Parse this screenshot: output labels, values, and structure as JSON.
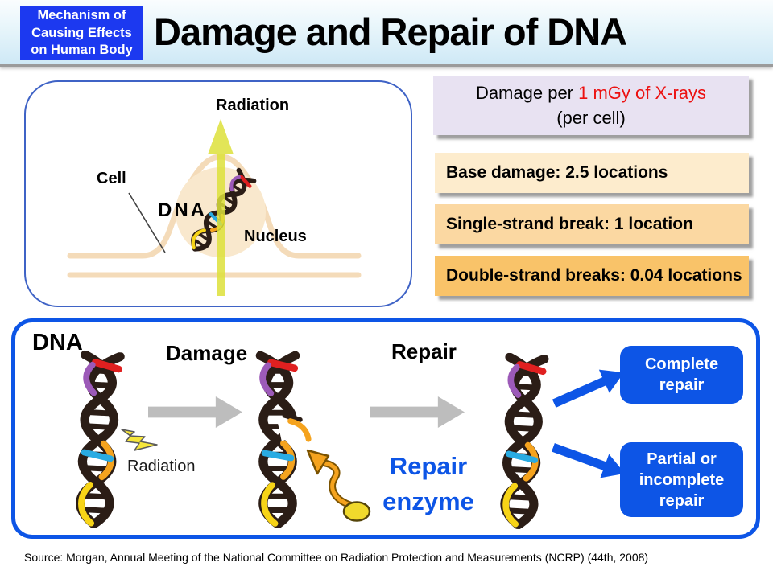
{
  "slide": {
    "header": {
      "badge_lines": [
        "Mechanism of",
        "Causing Effects",
        "on Human Body"
      ],
      "title": "Damage and Repair of DNA"
    },
    "cell_diagram": {
      "radiation_label": "Radiation",
      "cell_label": "Cell",
      "dna_label": "DNA",
      "nucleus_label": "Nucleus"
    },
    "damage_stats": {
      "heading_prefix": "Damage per ",
      "heading_highlight": "1 mGy of X-rays",
      "heading_line2": "(per cell)",
      "items": [
        {
          "label": "Base damage: 2.5 locations"
        },
        {
          "label": "Single-strand break: 1 location"
        },
        {
          "label": "Double-strand breaks: 0.04 locations"
        }
      ]
    },
    "repair_flow": {
      "dna_label": "DNA",
      "damage_label": "Damage",
      "repair_label": "Repair",
      "radiation_label": "Radiation",
      "enzyme_line1": "Repair",
      "enzyme_line2": "enzyme",
      "outcomes": [
        {
          "label": "Complete repair"
        },
        {
          "label": "Partial or incomplete repair"
        }
      ]
    },
    "footer": {
      "source": "Source: Morgan, Annual Meeting of the National Committee on Radiation Protection and Measurements (NCRP) (44th, 2008)"
    },
    "colors": {
      "accent_blue": "#0d55e6",
      "badge_blue": "#1c39f0",
      "highlight_red": "#ec1111",
      "stat_box_light": "#fdeccd",
      "stat_box_medium": "#fbd8a2",
      "stat_box_dark": "#f9c369",
      "heading_box_purple": "#e8e2f2",
      "cell_membrane": "#f4dbb9",
      "nucleus_fill": "#f9e8cd",
      "radiation_arrow_yellow": "#dde139",
      "enzyme_yellow": "#f0d92c",
      "enzyme_arrow_orange": "#f5a31e",
      "helix_dark": "#2b1d16",
      "helix_patches": [
        "#e02020",
        "#9c5ab8",
        "#f5a31e",
        "#29abe2",
        "#f7d417"
      ]
    }
  }
}
